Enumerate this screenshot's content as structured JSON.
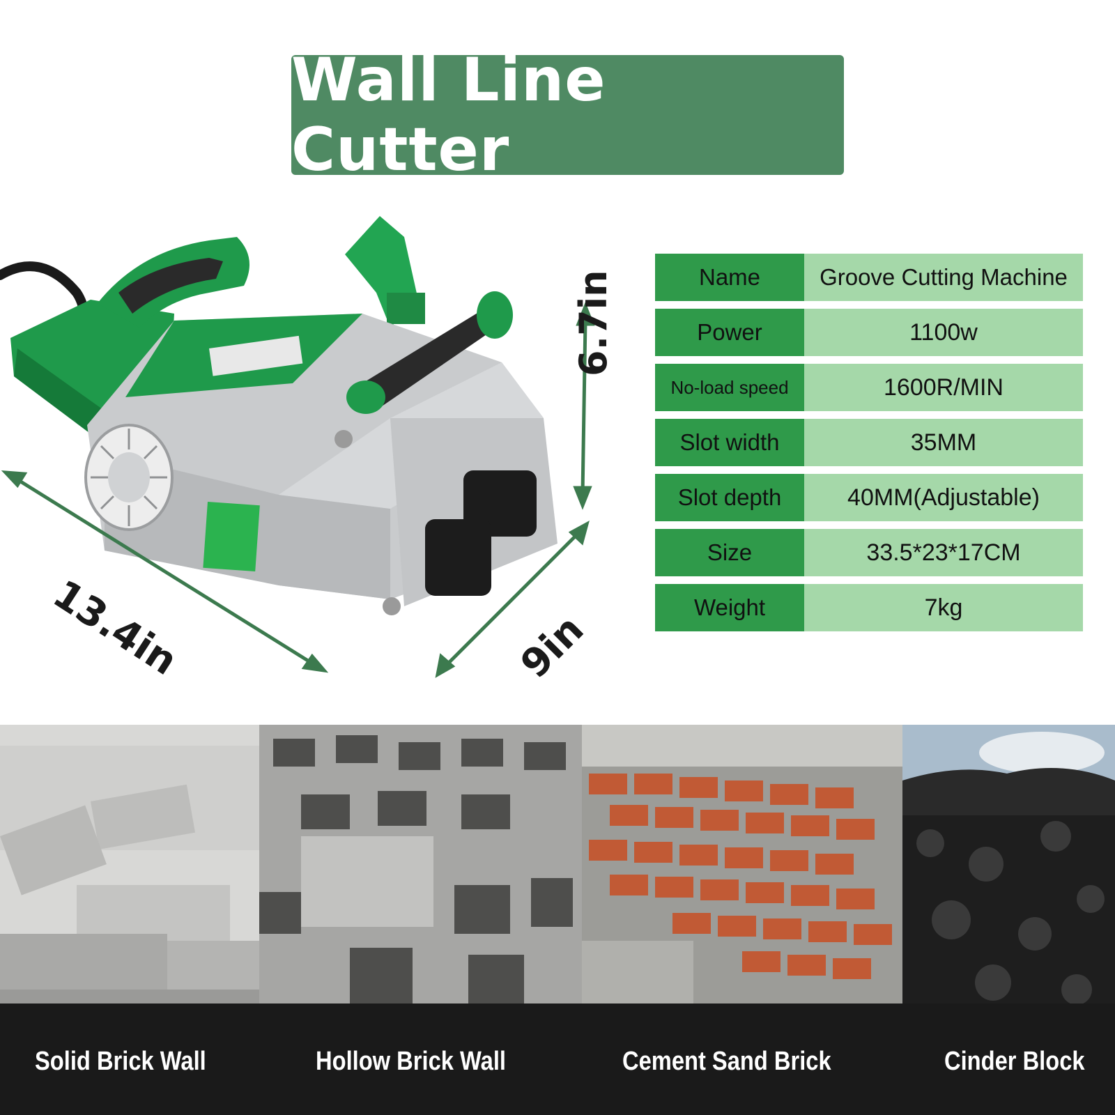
{
  "title": "Wall Line Cutter",
  "dimensions": {
    "height": "6.7in",
    "length": "13.4in",
    "depth": "9in"
  },
  "colors": {
    "banner": "#4f8a63",
    "label_cell": "#2f9a4a",
    "value_cell": "#a5d8a9",
    "arrow": "#3c7a4e",
    "bottom_bar": "#1a1a1a"
  },
  "specs": [
    {
      "label": "Name",
      "value": "Groove Cutting Machine"
    },
    {
      "label": "Power",
      "value": "1100w"
    },
    {
      "label": "No-load speed",
      "value": "1600R/MIN"
    },
    {
      "label": "Slot width",
      "value": "35MM"
    },
    {
      "label": "Slot depth",
      "value": "40MM(Adjustable)"
    },
    {
      "label": "Size",
      "value": "33.5*23*17CM"
    },
    {
      "label": "Weight",
      "value": "7kg"
    }
  ],
  "materials": [
    {
      "label": "Solid Brick Wall"
    },
    {
      "label": "Hollow Brick Wall"
    },
    {
      "label": "Cement Sand Brick"
    },
    {
      "label": "Cinder Block"
    }
  ]
}
